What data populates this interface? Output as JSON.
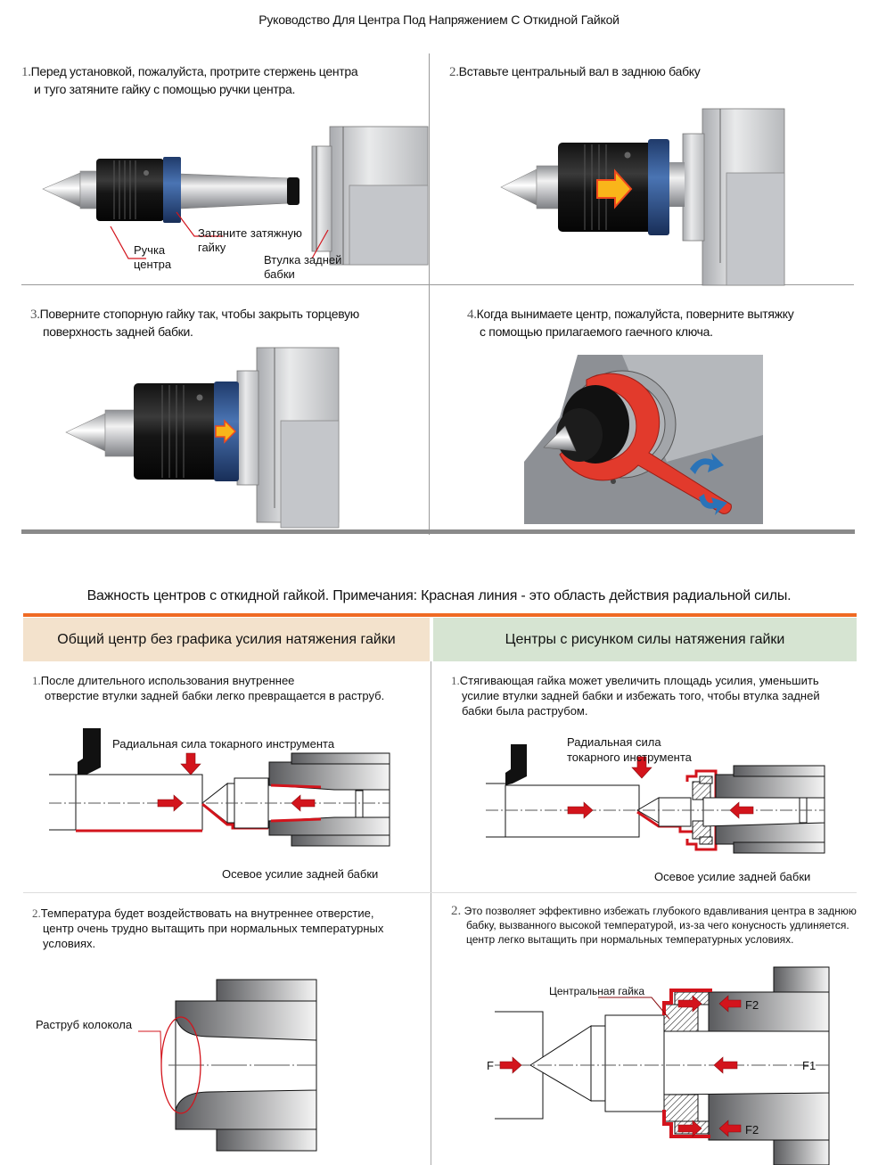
{
  "title": "Руководство Для Центра Под Напряжением С Откидной Гайкой",
  "steps": [
    {
      "num": "1.",
      "line1": "Перед установкой, пожалуйста, протрите стержень центра",
      "line2": "и туго затяните гайку с помощью ручки центра.",
      "callouts": {
        "handle_1": "Ручка",
        "handle_2": "центра",
        "nut_1": "Затяните затяжную",
        "nut_2": "гайку",
        "sleeve_1": "Втулка задней",
        "sleeve_2": "бабки"
      }
    },
    {
      "num": "2.",
      "line1": "Вставьте центральный вал в заднюю бабку"
    },
    {
      "num": "3.",
      "line1": "Поверните стопорную гайку так, чтобы закрыть торцевую",
      "line2": "поверхность задней бабки."
    },
    {
      "num": "4.",
      "line1": "Когда вынимаете центр, пожалуйста, поверните вытяжку",
      "line2": "с помощью прилагаемого гаечного ключа."
    }
  ],
  "importance": {
    "heading": "Важность центров с откидной гайкой. Примечания: Красная линия - это область действия радиальной силы.",
    "accent_color": "#ef6a23",
    "columns": [
      {
        "header": "Общий центр без графика усилия натяжения гайки",
        "header_bg": "#f3e2cc",
        "items": [
          {
            "num": "1.",
            "lines": [
              "После длительного использования внутреннее",
              "отверстие втулки задней бабки легко превращается в раструб."
            ],
            "figure_labels": {
              "radial": "Радиальная сила токарного инструмента",
              "axial": "Осевое усилие задней бабки"
            }
          },
          {
            "num": "2.",
            "lines": [
              "Температура будет воздействовать на внутреннее отверстие,",
              "центр очень трудно вытащить при нормальных температурных",
              "условиях."
            ],
            "figure_labels": {
              "bell": "Раструб колокола"
            }
          }
        ]
      },
      {
        "header": "Центры с рисунком силы натяжения гайки",
        "header_bg": "#d6e4d2",
        "items": [
          {
            "num": "1.",
            "lines": [
              "Стягивающая гайка может увеличить площадь усилия, уменьшить",
              "усилие втулки задней бабки и избежать того, чтобы втулка задней",
              "бабки была раструбом."
            ],
            "figure_labels": {
              "radial_1": "Радиальная сила",
              "radial_2": "токарного инструмента",
              "axial": "Осевое усилие задней бабки"
            }
          },
          {
            "num": "2.",
            "lines": [
              "Это позволяет эффективно избежать глубокого вдавливания центра в заднюю",
              "бабку, вызванного высокой температурой, из-за чего конусность удлиняется.",
              "центр легко вытащить при нормальных температурных условиях."
            ],
            "figure_labels": {
              "nut": "Центральная гайка",
              "f": "F",
              "f1": "F1",
              "f2_top": "F2",
              "f2_bottom": "F2"
            }
          }
        ]
      }
    ]
  },
  "colors": {
    "force_red": "#d3141c",
    "nut_blue": "#2d4f86",
    "arrow_orange": "#f9b51a",
    "wrench_red": "#e23a2c",
    "rotate_blue": "#2a73b8"
  }
}
